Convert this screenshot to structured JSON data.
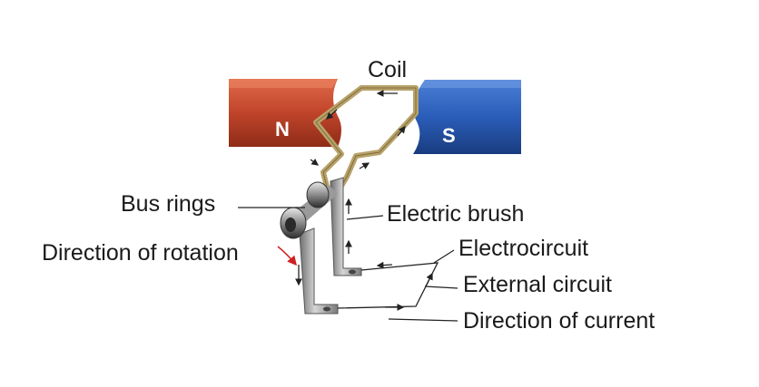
{
  "labels": {
    "coil": "Coil",
    "north": "N",
    "south": "S",
    "bus_rings": "Bus rings",
    "electric_brush": "Electric brush",
    "rotation": "Direction of rotation",
    "electrocircuit": "Electrocircuit",
    "external_circuit": "External circuit",
    "current": "Direction of current"
  },
  "colors": {
    "north_magnet": "#c0442a",
    "south_magnet": "#2a5db8",
    "coil_wire": "#b8a26a",
    "brush_metal": "#9a9a9a",
    "rotation_arrow": "#d02020"
  }
}
